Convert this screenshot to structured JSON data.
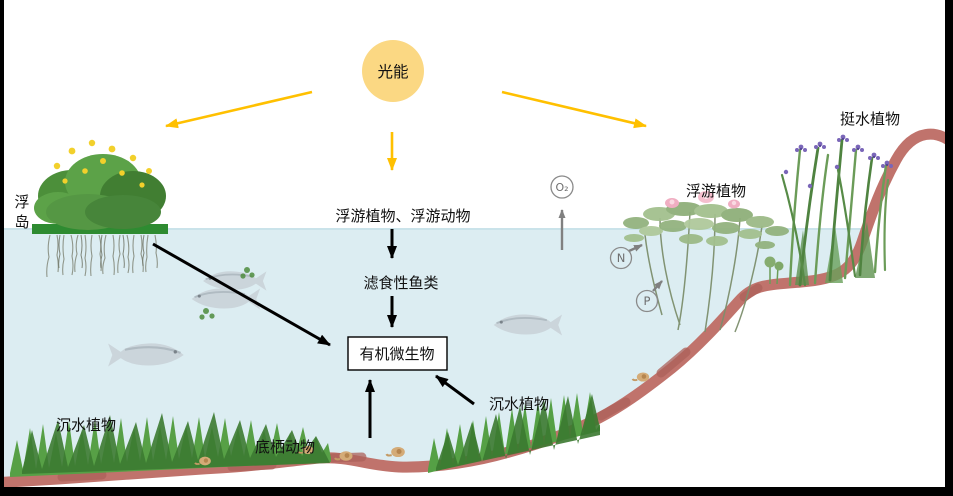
{
  "colors": {
    "water": "#DCEDF2",
    "water_edge": "#C8E2E9",
    "shore": "#C0736C",
    "shore_dark": "#AC615A",
    "sun": "#FBD883",
    "sun_ray": "#FFC000",
    "arrow_black": "#000000",
    "arrow_gray": "#808080",
    "island_bar": "#2E8B31"
  },
  "sun": {
    "label": "光能"
  },
  "nutrients": {
    "oxygen": "O₂",
    "nitrogen": "N",
    "phosphorus": "P"
  },
  "labels": {
    "floating_island_char1": "浮",
    "floating_island_char2": "岛",
    "plankton": "浮游植物、浮游动物",
    "filter_feeding_fish": "滤食性鱼类",
    "organic_microbes": "有机微生物",
    "submerged_plants_left": "沉水植物",
    "submerged_plants_right": "沉水植物",
    "benthic_animals": "底栖动物",
    "floating_plants": "浮游植物",
    "emergent_plants": "挺水植物"
  }
}
